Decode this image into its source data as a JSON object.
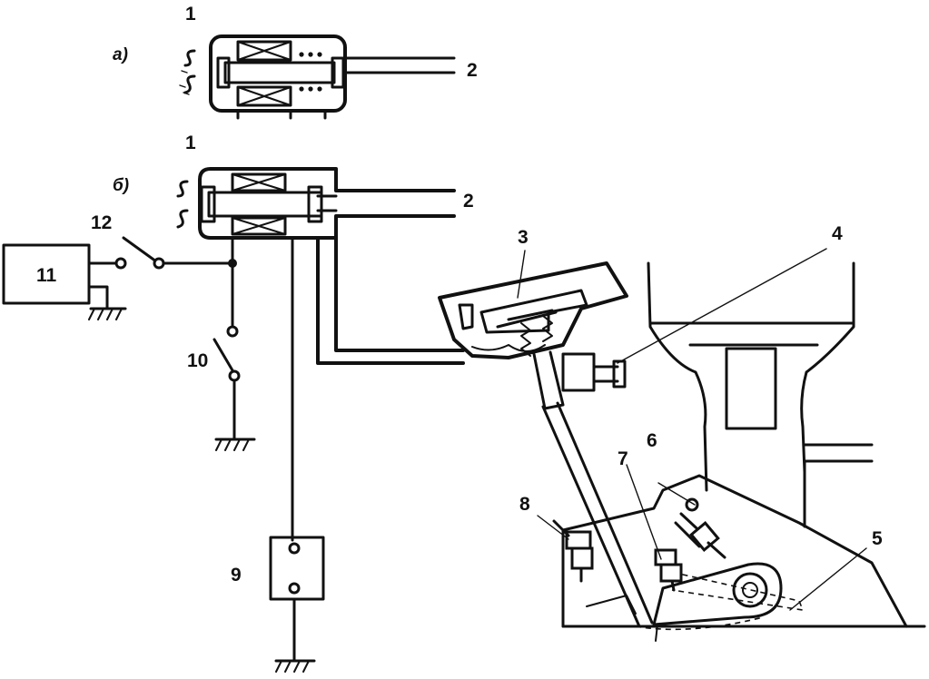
{
  "labels": {
    "variant_a": "а)",
    "variant_b": "б)",
    "n1_top": "1",
    "n1_bottom": "1",
    "n2_top": "2",
    "n2_bottom": "2",
    "n3": "3",
    "n4": "4",
    "n5": "5",
    "n6": "6",
    "n7": "7",
    "n8": "8",
    "n9": "9",
    "n10": "10",
    "n11": "11",
    "n12": "12"
  },
  "colors": {
    "ink": "#111111",
    "paper": "#ffffff"
  }
}
